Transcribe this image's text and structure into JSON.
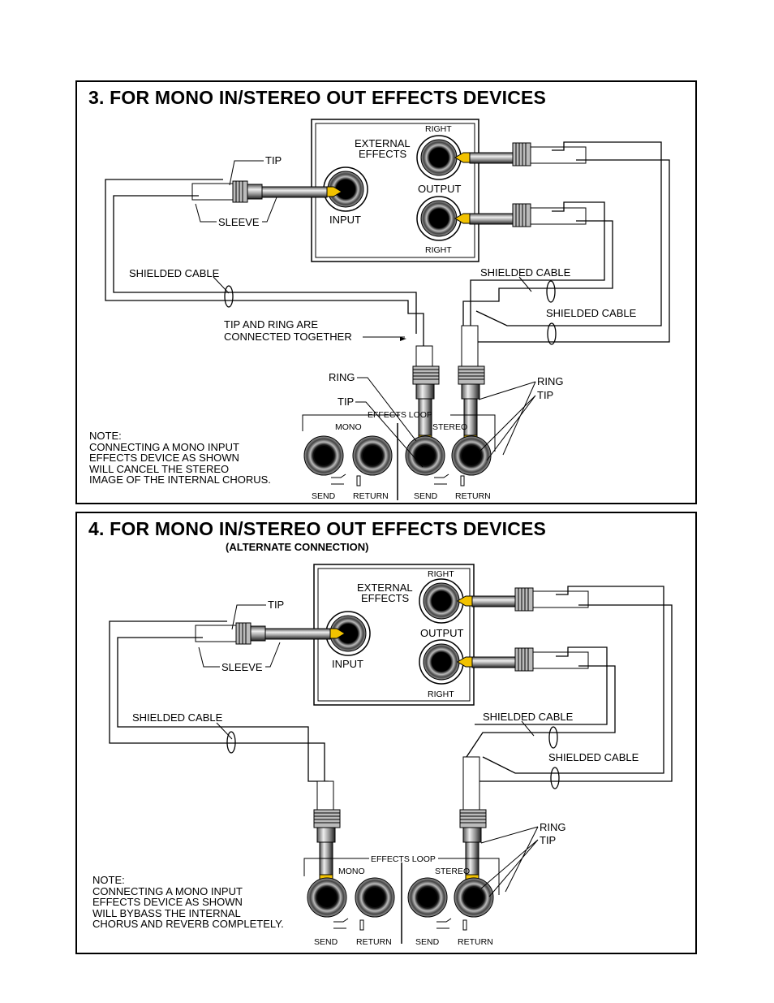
{
  "panel3": {
    "title": "3. FOR MONO IN/STEREO OUT EFFECTS DEVICES",
    "labels": {
      "external_effects_1": "EXTERNAL",
      "external_effects_2": "EFFECTS",
      "right_top": "RIGHT",
      "output": "OUTPUT",
      "right_bottom": "RIGHT",
      "input": "INPUT",
      "tip": "TIP",
      "sleeve": "SLEEVE",
      "shielded_cable_left": "SHIELDED CABLE",
      "shielded_cable_right_1": "SHIELDED CABLE",
      "shielded_cable_right_2": "SHIELDED CABLE",
      "tip_ring_1": "TIP AND RING ARE",
      "tip_ring_2": "CONNECTED TOGETHER",
      "ring_left": "RING",
      "tip_left": "TIP",
      "ring_right": "RING",
      "tip_right": "TIP",
      "effects_loop": "EFFECTS LOOP",
      "mono": "MONO",
      "stereo": "STEREO",
      "send_1": "SEND",
      "return_1": "RETURN",
      "send_2": "SEND",
      "return_2": "RETURN"
    },
    "note": [
      "NOTE:",
      "CONNECTING A MONO INPUT",
      "EFFECTS DEVICE AS SHOWN",
      "WILL CANCEL THE STEREO",
      "IMAGE OF THE INTERNAL CHORUS."
    ]
  },
  "panel4": {
    "title": "4. FOR MONO IN/STEREO OUT EFFECTS DEVICES",
    "subtitle": "(ALTERNATE CONNECTION)",
    "labels": {
      "external_effects_1": "EXTERNAL",
      "external_effects_2": "EFFECTS",
      "right_top": "RIGHT",
      "output": "OUTPUT",
      "right_bottom": "RIGHT",
      "input": "INPUT",
      "tip": "TIP",
      "sleeve": "SLEEVE",
      "shielded_cable_left": "SHIELDED CABLE",
      "shielded_cable_right_1": "SHIELDED CABLE",
      "shielded_cable_right_2": "SHIELDED CABLE",
      "ring_right": "RING",
      "tip_right": "TIP",
      "effects_loop": "EFFECTS LOOP",
      "mono": "MONO",
      "stereo": "STEREO",
      "send_1": "SEND",
      "return_1": "RETURN",
      "send_2": "SEND",
      "return_2": "RETURN"
    },
    "note": [
      "NOTE:",
      "CONNECTING A MONO INPUT",
      "EFFECTS DEVICE AS SHOWN",
      "WILL BYBASS THE INTERNAL",
      "CHORUS AND REVERB COMPLETELY."
    ]
  }
}
